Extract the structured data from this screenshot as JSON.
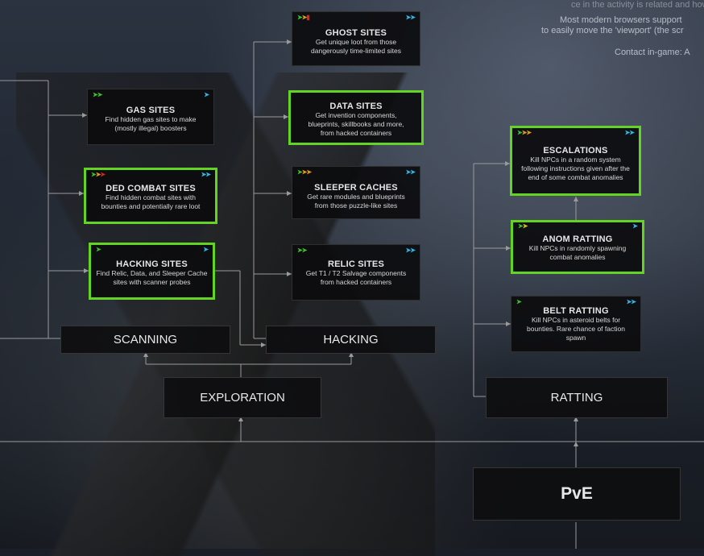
{
  "header": {
    "line1": "ce in the activity is related and how it",
    "line2": "Most modern browsers support",
    "line3": "to easily move the 'viewport' (the scr",
    "line4": "Contact in-game: A"
  },
  "sites": {
    "ghost": {
      "name": "GHOST SITES",
      "desc1": "Get unique loot from those",
      "desc2": "dangerously time-limited sites",
      "desc3": ""
    },
    "data": {
      "name": "DATA SITES",
      "desc1": "Get invention components,",
      "desc2": "blueprints, skillbooks and more,",
      "desc3": "from hacked containers"
    },
    "sleeper": {
      "name": "SLEEPER CACHES",
      "desc1": "Get rare modules and blueprints",
      "desc2": "from those puzzle-like sites",
      "desc3": ""
    },
    "relic": {
      "name": "RELIC SITES",
      "desc1": "Get T1 / T2 Salvage components",
      "desc2": "from hacked containers",
      "desc3": ""
    },
    "gas": {
      "name": "GAS SITES",
      "desc1": "Find hidden gas sites to make",
      "desc2": "(mostly illegal) boosters",
      "desc3": ""
    },
    "ded": {
      "name": "DED COMBAT SITES",
      "desc1": "Find hidden combat sites with",
      "desc2": "bounties and potentially rare loot",
      "desc3": ""
    },
    "hacking_sites": {
      "name": "HACKING SITES",
      "desc1": "Find Relic, Data, and Sleeper Cache",
      "desc2": "sites with scanner probes",
      "desc3": ""
    },
    "escalations": {
      "name": "ESCALATIONS",
      "desc1": "Kill NPCs in a random system",
      "desc2": "following instructions given after the",
      "desc3": "end of some combat anomalies"
    },
    "anom": {
      "name": "ANOM RATTING",
      "desc1": "Kill NPCs in randomly spawning",
      "desc2": "combat anomalies",
      "desc3": ""
    },
    "belt": {
      "name": "BELT RATTING",
      "desc1": "Kill NPCs in asteroid belts for",
      "desc2": "bounties. Rare chance of faction",
      "desc3": "spawn"
    }
  },
  "categories": {
    "scanning": "SCANNING",
    "hacking": "HACKING",
    "exploration": "EXPLORATION",
    "ratting": "RATTING",
    "pve": "PvE"
  },
  "colors": {
    "highlight": "#63d421",
    "chevron_green": "#3fbf2b",
    "chevron_orange": "#e39a1e",
    "chevron_red": "#d02a1e",
    "chevron_blue": "#2fb8e8",
    "connector": "#9a9a9a"
  },
  "icons": {
    "left_chevrons": "difficulty-chevron-icon",
    "right_chevrons": "profit-chevron-icon"
  }
}
